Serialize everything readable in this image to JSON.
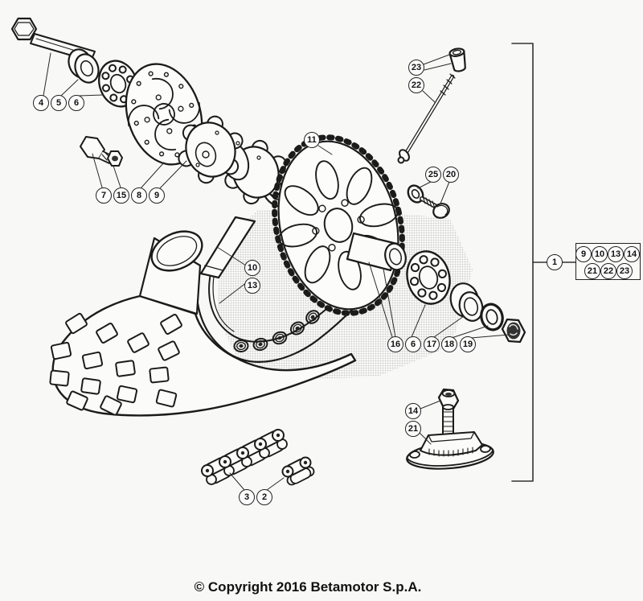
{
  "diagram": {
    "callouts": [
      {
        "id": "4",
        "label": "4"
      },
      {
        "id": "5",
        "label": "5"
      },
      {
        "id": "6a",
        "label": "6"
      },
      {
        "id": "7",
        "label": "7"
      },
      {
        "id": "15",
        "label": "15"
      },
      {
        "id": "8",
        "label": "8"
      },
      {
        "id": "9",
        "label": "9"
      },
      {
        "id": "10",
        "label": "10"
      },
      {
        "id": "13",
        "label": "13"
      },
      {
        "id": "11",
        "label": "11"
      },
      {
        "id": "23",
        "label": "23"
      },
      {
        "id": "22",
        "label": "22"
      },
      {
        "id": "25",
        "label": "25"
      },
      {
        "id": "20",
        "label": "20"
      },
      {
        "id": "16",
        "label": "16"
      },
      {
        "id": "6b",
        "label": "6"
      },
      {
        "id": "17",
        "label": "17"
      },
      {
        "id": "18",
        "label": "18"
      },
      {
        "id": "19",
        "label": "19"
      },
      {
        "id": "14",
        "label": "14"
      },
      {
        "id": "21",
        "label": "21"
      },
      {
        "id": "3",
        "label": "3"
      },
      {
        "id": "2",
        "label": "2"
      },
      {
        "id": "1",
        "label": "1"
      }
    ],
    "reference_box": {
      "rows": [
        [
          "9",
          "10",
          "13",
          "14"
        ],
        [
          "21",
          "22",
          "23"
        ]
      ]
    }
  },
  "footer": {
    "copyright": "© Copyright 2016 Betamotor S.p.A."
  },
  "colors": {
    "line": "#1b1b1b",
    "background": "#f8f8f6"
  }
}
